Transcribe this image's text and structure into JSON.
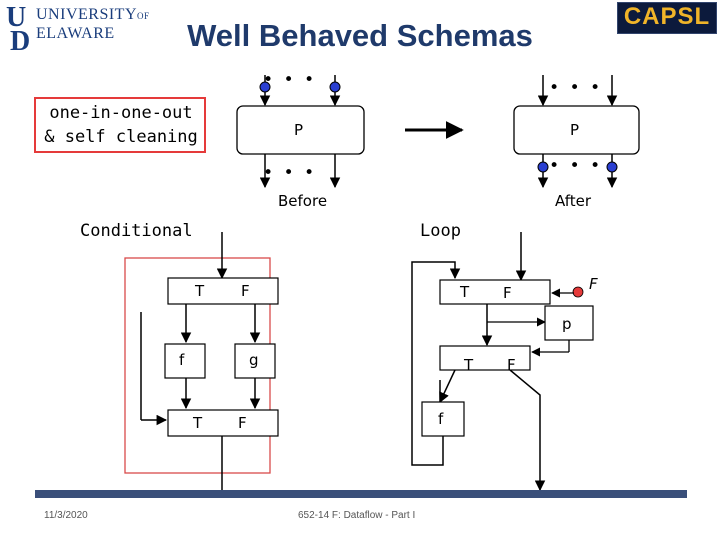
{
  "header": {
    "title": "Well Behaved Schemas",
    "university_line1": "UNIVERSITY",
    "university_of": "OF",
    "university_line2": "ELAWARE",
    "university_initial": "D",
    "lab_logo": "CAPSL"
  },
  "note": {
    "line1": "one-in-one-out",
    "line2": "& self cleaning"
  },
  "transform": {
    "before_label": "Before",
    "after_label": "After",
    "before_node": "P",
    "after_node": "P",
    "dots": "• • •"
  },
  "conditional": {
    "label": "Conditional",
    "branch_true": "T",
    "branch_false": "F",
    "node_f": "f",
    "node_g": "g",
    "merge_true": "T",
    "merge_false": "F"
  },
  "loop": {
    "label": "Loop",
    "merge_true": "T",
    "merge_false": "F",
    "init_false": "F",
    "predicate": "p",
    "switch_true": "T",
    "switch_false": "F",
    "body": "f"
  },
  "footer": {
    "date": "11/3/2020",
    "course": "652-14 F: Dataflow - Part I"
  },
  "colors": {
    "title": "#1f3a6b",
    "note_border": "#e53a3a",
    "cond_border": "#d94a4a",
    "token": "#2a3fd1",
    "bar": "#3a4f7a",
    "logo_bg": "#0c1a3c",
    "logo_text": "#f0b429"
  }
}
